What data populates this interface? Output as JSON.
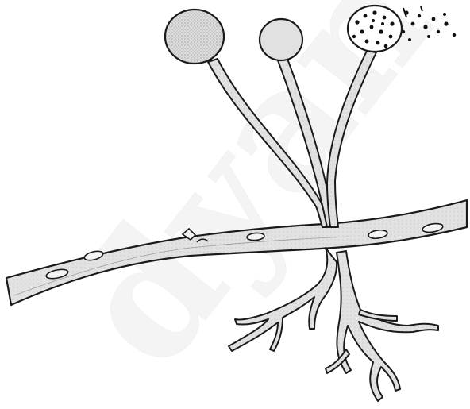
{
  "figure": {
    "watermark": "dyan",
    "colors": {
      "line": "#1a1a1a",
      "fill_stipple": "#d6d6d6",
      "fill_light": "#e4e4e4",
      "background": "#ffffff",
      "watermark": "#f2f2f2",
      "spore": "#111111"
    },
    "parts": [
      "stolon",
      "rhizoids",
      "sporangiophore",
      "sporangium-stippled",
      "sporangium-plain",
      "sporangium-bursting",
      "released-spores"
    ]
  }
}
